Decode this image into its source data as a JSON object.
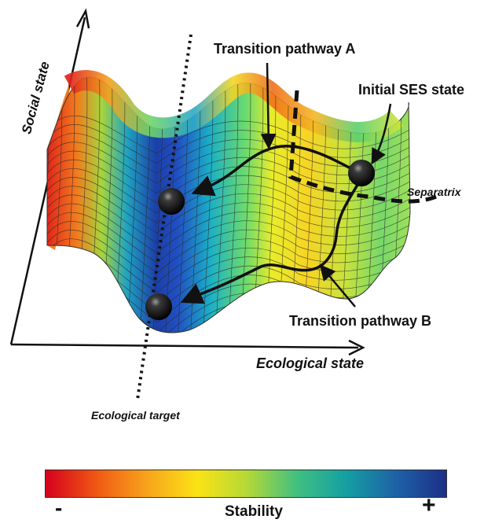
{
  "diagram": {
    "axes": {
      "y_label": "Social state",
      "x_label": "Ecological state"
    },
    "labels": {
      "transition_a": "Transition pathway A",
      "initial_state": "Initial SES state",
      "separatrix": "Separatrix",
      "transition_b": "Transition pathway B",
      "ecological_target": "Ecological target"
    },
    "legend": {
      "title": "Stability",
      "min_symbol": "-",
      "max_symbol": "+",
      "colors": [
        "#d6001c",
        "#f05a14",
        "#f7a21c",
        "#fbe315",
        "#b6d936",
        "#3fbf82",
        "#149fa3",
        "#1f5fa6",
        "#1c2f86"
      ]
    }
  }
}
